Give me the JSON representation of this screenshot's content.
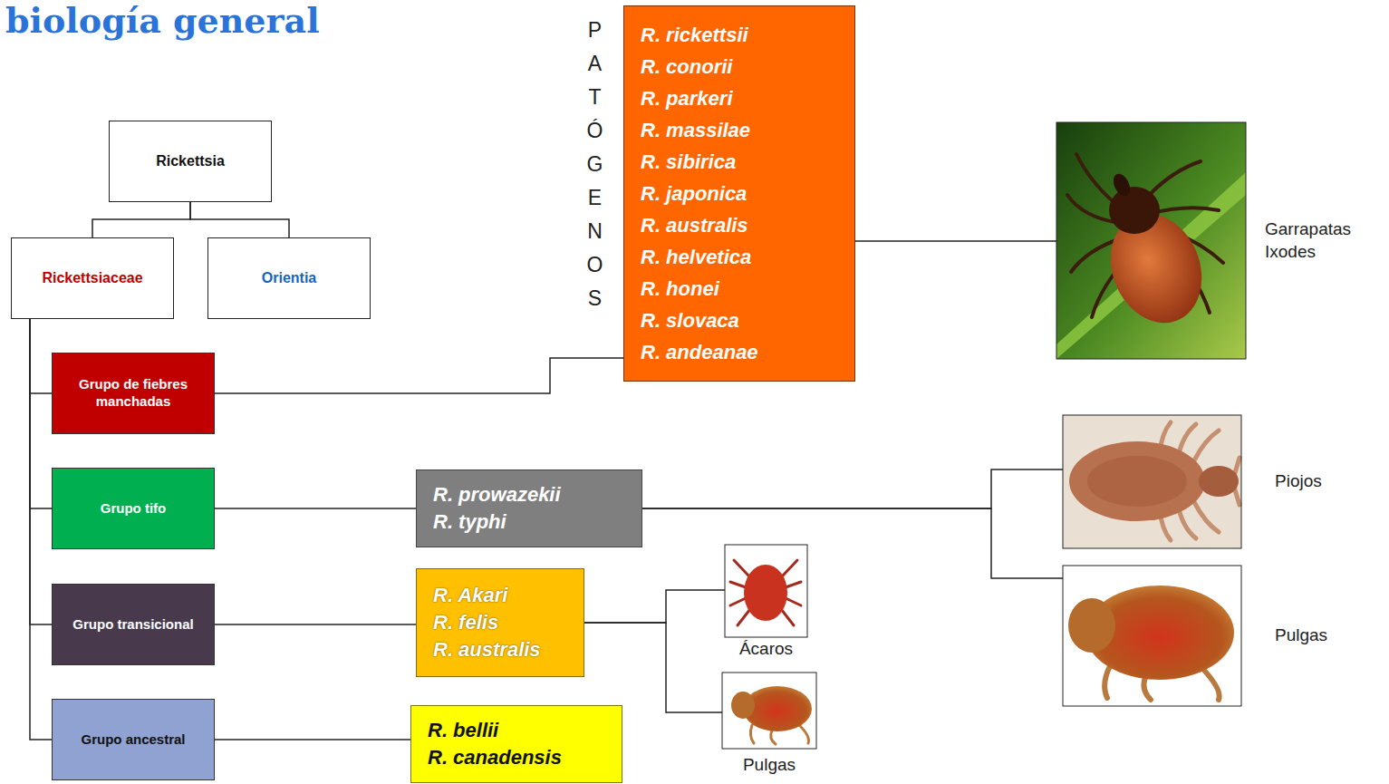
{
  "diagram": {
    "title": "biología general",
    "nodes": [
      {
        "text": [
          "Rickettsia"
        ]
      },
      {
        "text": [
          "Rickettsiaceae"
        ]
      },
      {
        "text": [
          "Orientia"
        ]
      },
      {
        "text": [
          "Grupo de fiebres manchadas"
        ]
      },
      {
        "text": [
          "Grupo tifo"
        ]
      },
      {
        "text": [
          "Grupo transicional"
        ]
      },
      {
        "text": [
          "Grupo ancestral"
        ]
      },
      {
        "text": [
          "PATÓGENOS",
          "R. rickettsii",
          "R. conorii",
          "R. parkeri",
          "R. massilae",
          "R. sibirica",
          "R. japonica",
          "R. australis",
          "R. helvetica",
          "R. honei",
          "R. slovaca",
          "R. andeanae"
        ]
      },
      {
        "text": [
          "R. prowazekii",
          "R. typhi"
        ]
      },
      {
        "text": [
          "R. Akari",
          "R. felis",
          "R. australis"
        ]
      },
      {
        "text": [
          "R. bellii",
          "R. canadensis"
        ]
      },
      {
        "text": [
          "Garrapatas Ixodes"
        ]
      },
      {
        "text": [
          "Piojos"
        ]
      },
      {
        "text": [
          "Pulgas"
        ]
      },
      {
        "text": [
          "Ácaros"
        ]
      },
      {
        "text": [
          "Pulgas"
        ]
      }
    ],
    "edges": [
      {
        "from": 0,
        "to": 1,
        "arrow": "none"
      },
      {
        "from": 0,
        "to": 2,
        "arrow": "none"
      },
      {
        "from": 1,
        "to": 3,
        "arrow": "none"
      },
      {
        "from": 1,
        "to": 4,
        "arrow": "none"
      },
      {
        "from": 1,
        "to": 5,
        "arrow": "none"
      },
      {
        "from": 1,
        "to": 6,
        "arrow": "none"
      },
      {
        "from": 3,
        "to": 7,
        "arrow": "none"
      },
      {
        "from": 4,
        "to": 8,
        "arrow": "none"
      },
      {
        "from": 5,
        "to": 9,
        "arrow": "none"
      },
      {
        "from": 6,
        "to": 10,
        "arrow": "none"
      },
      {
        "from": 7,
        "to": 11,
        "arrow": "none"
      },
      {
        "from": 8,
        "to": 12,
        "arrow": "none"
      },
      {
        "from": 8,
        "to": 13,
        "arrow": "none"
      },
      {
        "from": 9,
        "to": 14,
        "arrow": "none"
      },
      {
        "from": 9,
        "to": 15,
        "arrow": "none"
      }
    ]
  }
}
